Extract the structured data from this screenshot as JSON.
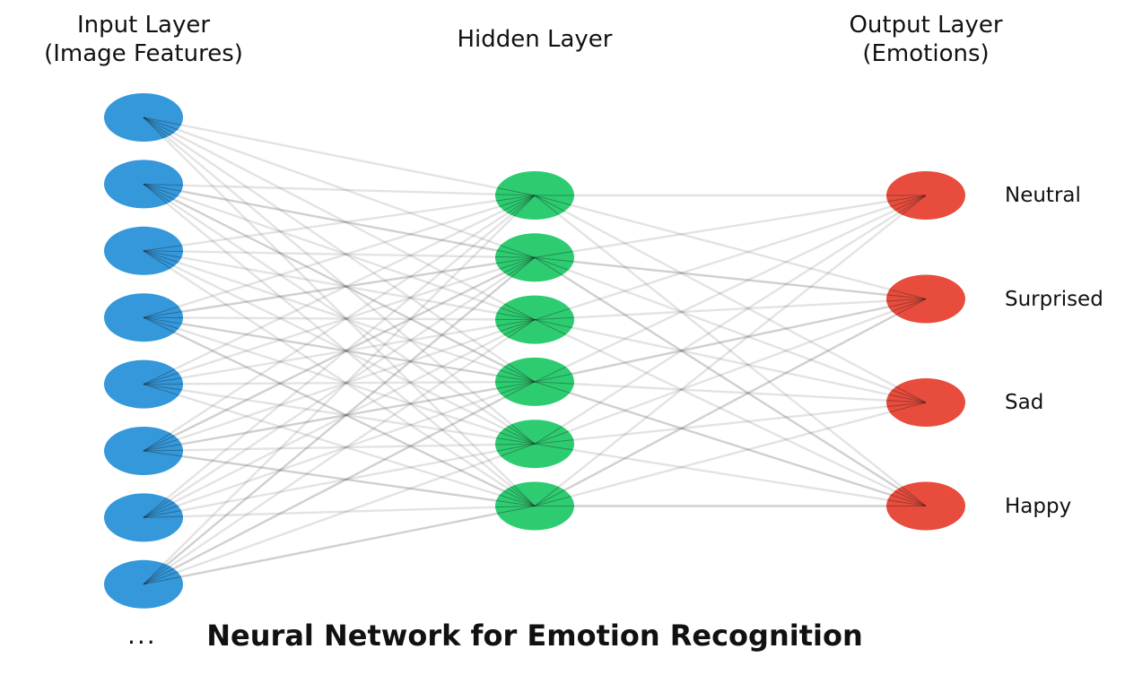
{
  "title": "Neural Network for Emotion Recognition",
  "ellipsis": "...",
  "layers": {
    "input": {
      "title_line1": "Input Layer",
      "title_line2": "(Image Features)",
      "node_count": 8,
      "color": "#3498db"
    },
    "hidden": {
      "title": "Hidden Layer",
      "node_count": 6,
      "color": "#2ecc71"
    },
    "output": {
      "title_line1": "Output Layer",
      "title_line2": "(Emotions)",
      "color": "#e74c3c",
      "labels": [
        "Neutral",
        "Surprised",
        "Sad",
        "Happy"
      ]
    }
  },
  "edge_opacity": {
    "input_hidden": [
      [
        0.15,
        0.15,
        0.15,
        0.15,
        0.15,
        0.15
      ],
      [
        0.15,
        0.25,
        0.15,
        0.25,
        0.15,
        0.15
      ],
      [
        0.15,
        0.15,
        0.15,
        0.15,
        0.15,
        0.15
      ],
      [
        0.15,
        0.25,
        0.15,
        0.25,
        0.15,
        0.25
      ],
      [
        0.15,
        0.15,
        0.15,
        0.15,
        0.15,
        0.15
      ],
      [
        0.15,
        0.25,
        0.15,
        0.25,
        0.15,
        0.25
      ],
      [
        0.15,
        0.15,
        0.15,
        0.15,
        0.15,
        0.15
      ],
      [
        0.15,
        0.25,
        0.15,
        0.25,
        0.15,
        0.25
      ]
    ],
    "hidden_output": [
      [
        0.15,
        0.15,
        0.15,
        0.15
      ],
      [
        0.15,
        0.25,
        0.15,
        0.25
      ],
      [
        0.15,
        0.15,
        0.15,
        0.15
      ],
      [
        0.15,
        0.25,
        0.15,
        0.25
      ],
      [
        0.15,
        0.15,
        0.15,
        0.15
      ],
      [
        0.15,
        0.25,
        0.15,
        0.25
      ]
    ]
  }
}
